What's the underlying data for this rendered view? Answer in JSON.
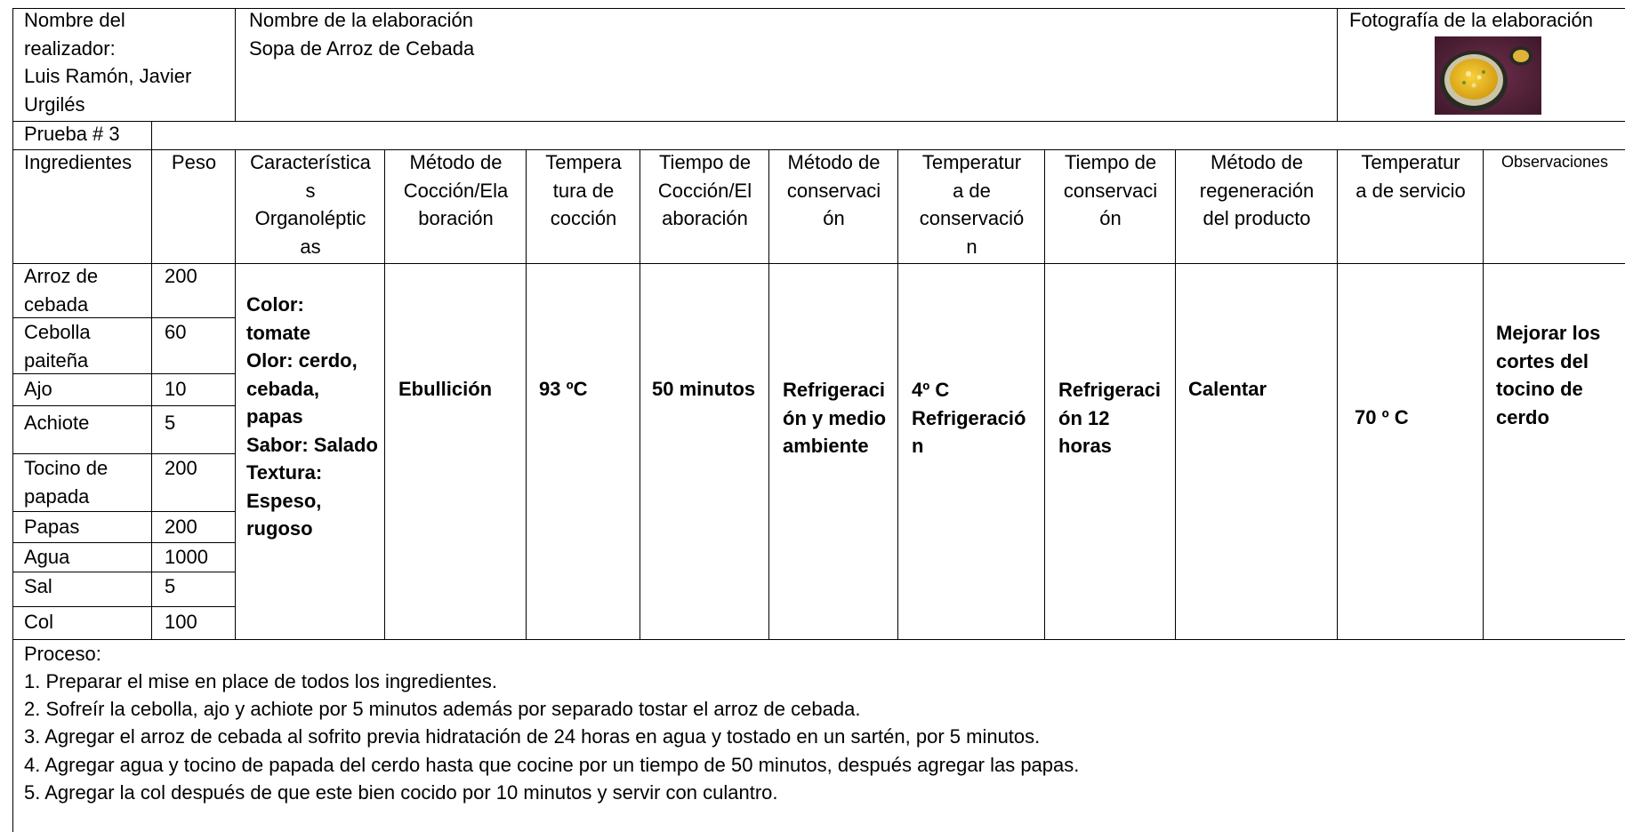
{
  "header": {
    "author_label": "Nombre del\nrealizador:",
    "author_value": "Luis Ramón, Javier\nUrgilés",
    "dish_label": "Nombre de la elaboración",
    "dish_value": "Sopa de Arroz de Cebada",
    "photo_label": "Fotografía de la elaboración"
  },
  "prueba": "Prueba # 3",
  "columns": {
    "ingredientes": "Ingredientes",
    "peso": "Peso",
    "caracteristicas": "Característica\ns\nOrganoléptic\nas",
    "metodo_coccion": "Método de\nCocción/Ela\nboración",
    "temp_coccion": "Tempera\ntura de\ncocción",
    "tiempo_coccion": "Tiempo de\nCocción/El\naboración",
    "metodo_conservacion": "Método de\nconservaci\nón",
    "temp_conservacion": "Temperatur\na de\nconservació\nn",
    "tiempo_conservacion": "Tiempo de\nconservaci\nón",
    "metodo_regeneracion": "Método de\nregeneración\ndel producto",
    "temp_servicio": "Temperatur\na de servicio",
    "observaciones": "Observaciones"
  },
  "ingredients": [
    {
      "name": "Arroz de\ncebada",
      "peso": "200"
    },
    {
      "name": "Cebolla\npaiteña",
      "peso": "60"
    },
    {
      "name": "Ajo",
      "peso": "10"
    },
    {
      "name": "Achiote",
      "peso": "5"
    },
    {
      "name": "Tocino de\npapada",
      "peso": "200"
    },
    {
      "name": "Papas",
      "peso": "200"
    },
    {
      "name": "Agua",
      "peso": "1000"
    },
    {
      "name": "Sal",
      "peso": "5"
    },
    {
      "name": "Col",
      "peso": "100"
    }
  ],
  "values": {
    "caracteristicas": "Color:\ntomate\nOlor: cerdo,\ncebada,\npapas\nSabor: Salado\nTextura:\nEspeso,\nrugoso",
    "metodo_coccion": "Ebullición",
    "temp_coccion": "93 ºC",
    "tiempo_coccion": "50 minutos",
    "metodo_conservacion": "Refrigeraci\nón y medio\nambiente",
    "temp_conservacion": " 4º C\nRefrigeració\nn",
    "tiempo_conservacion": "Refrigeraci\nón 12\nhoras",
    "metodo_regeneracion": "Calentar",
    "temp_servicio": "70 º C",
    "observaciones": "Mejorar los\ncortes del\ntocino de\ncerdo"
  },
  "proceso": {
    "title": "Proceso:",
    "steps": [
      "1. Preparar el mise en place de todos los ingredientes.",
      "2. Sofreír la cebolla, ajo y achiote por 5 minutos además por separado tostar el arroz de cebada.",
      "3. Agregar el arroz de cebada al sofrito previa hidratación de 24 horas en agua y tostado en un sartén, por 5 minutos.",
      "4. Agregar agua y tocino de papada del cerdo hasta que cocine por un tiempo de 50 minutos, después agregar las papas.",
      "5. Agregar la col después de que este bien cocido por 10 minutos y servir con culantro."
    ]
  },
  "colors": {
    "border": "#000000",
    "text": "#000000",
    "background": "#ffffff"
  }
}
